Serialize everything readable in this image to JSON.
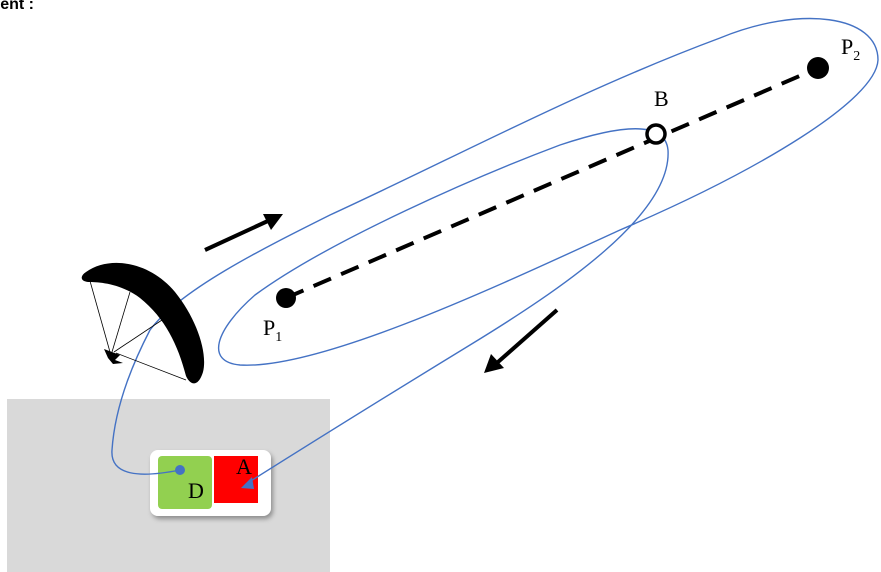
{
  "heading": "ment :",
  "points": {
    "p1": {
      "letter": "P",
      "sub": "1"
    },
    "p2": {
      "letter": "P",
      "sub": "2"
    },
    "b": "B",
    "a": "A",
    "d": "D"
  },
  "icons": [
    "paraglider-icon",
    "direction-arrow-icon"
  ],
  "colors": {
    "zone": "#d9d9d9",
    "takeoff_green": "#92d050",
    "landing_red": "#ff0000",
    "path_blue": "#4472c4",
    "track_black": "#000000"
  }
}
